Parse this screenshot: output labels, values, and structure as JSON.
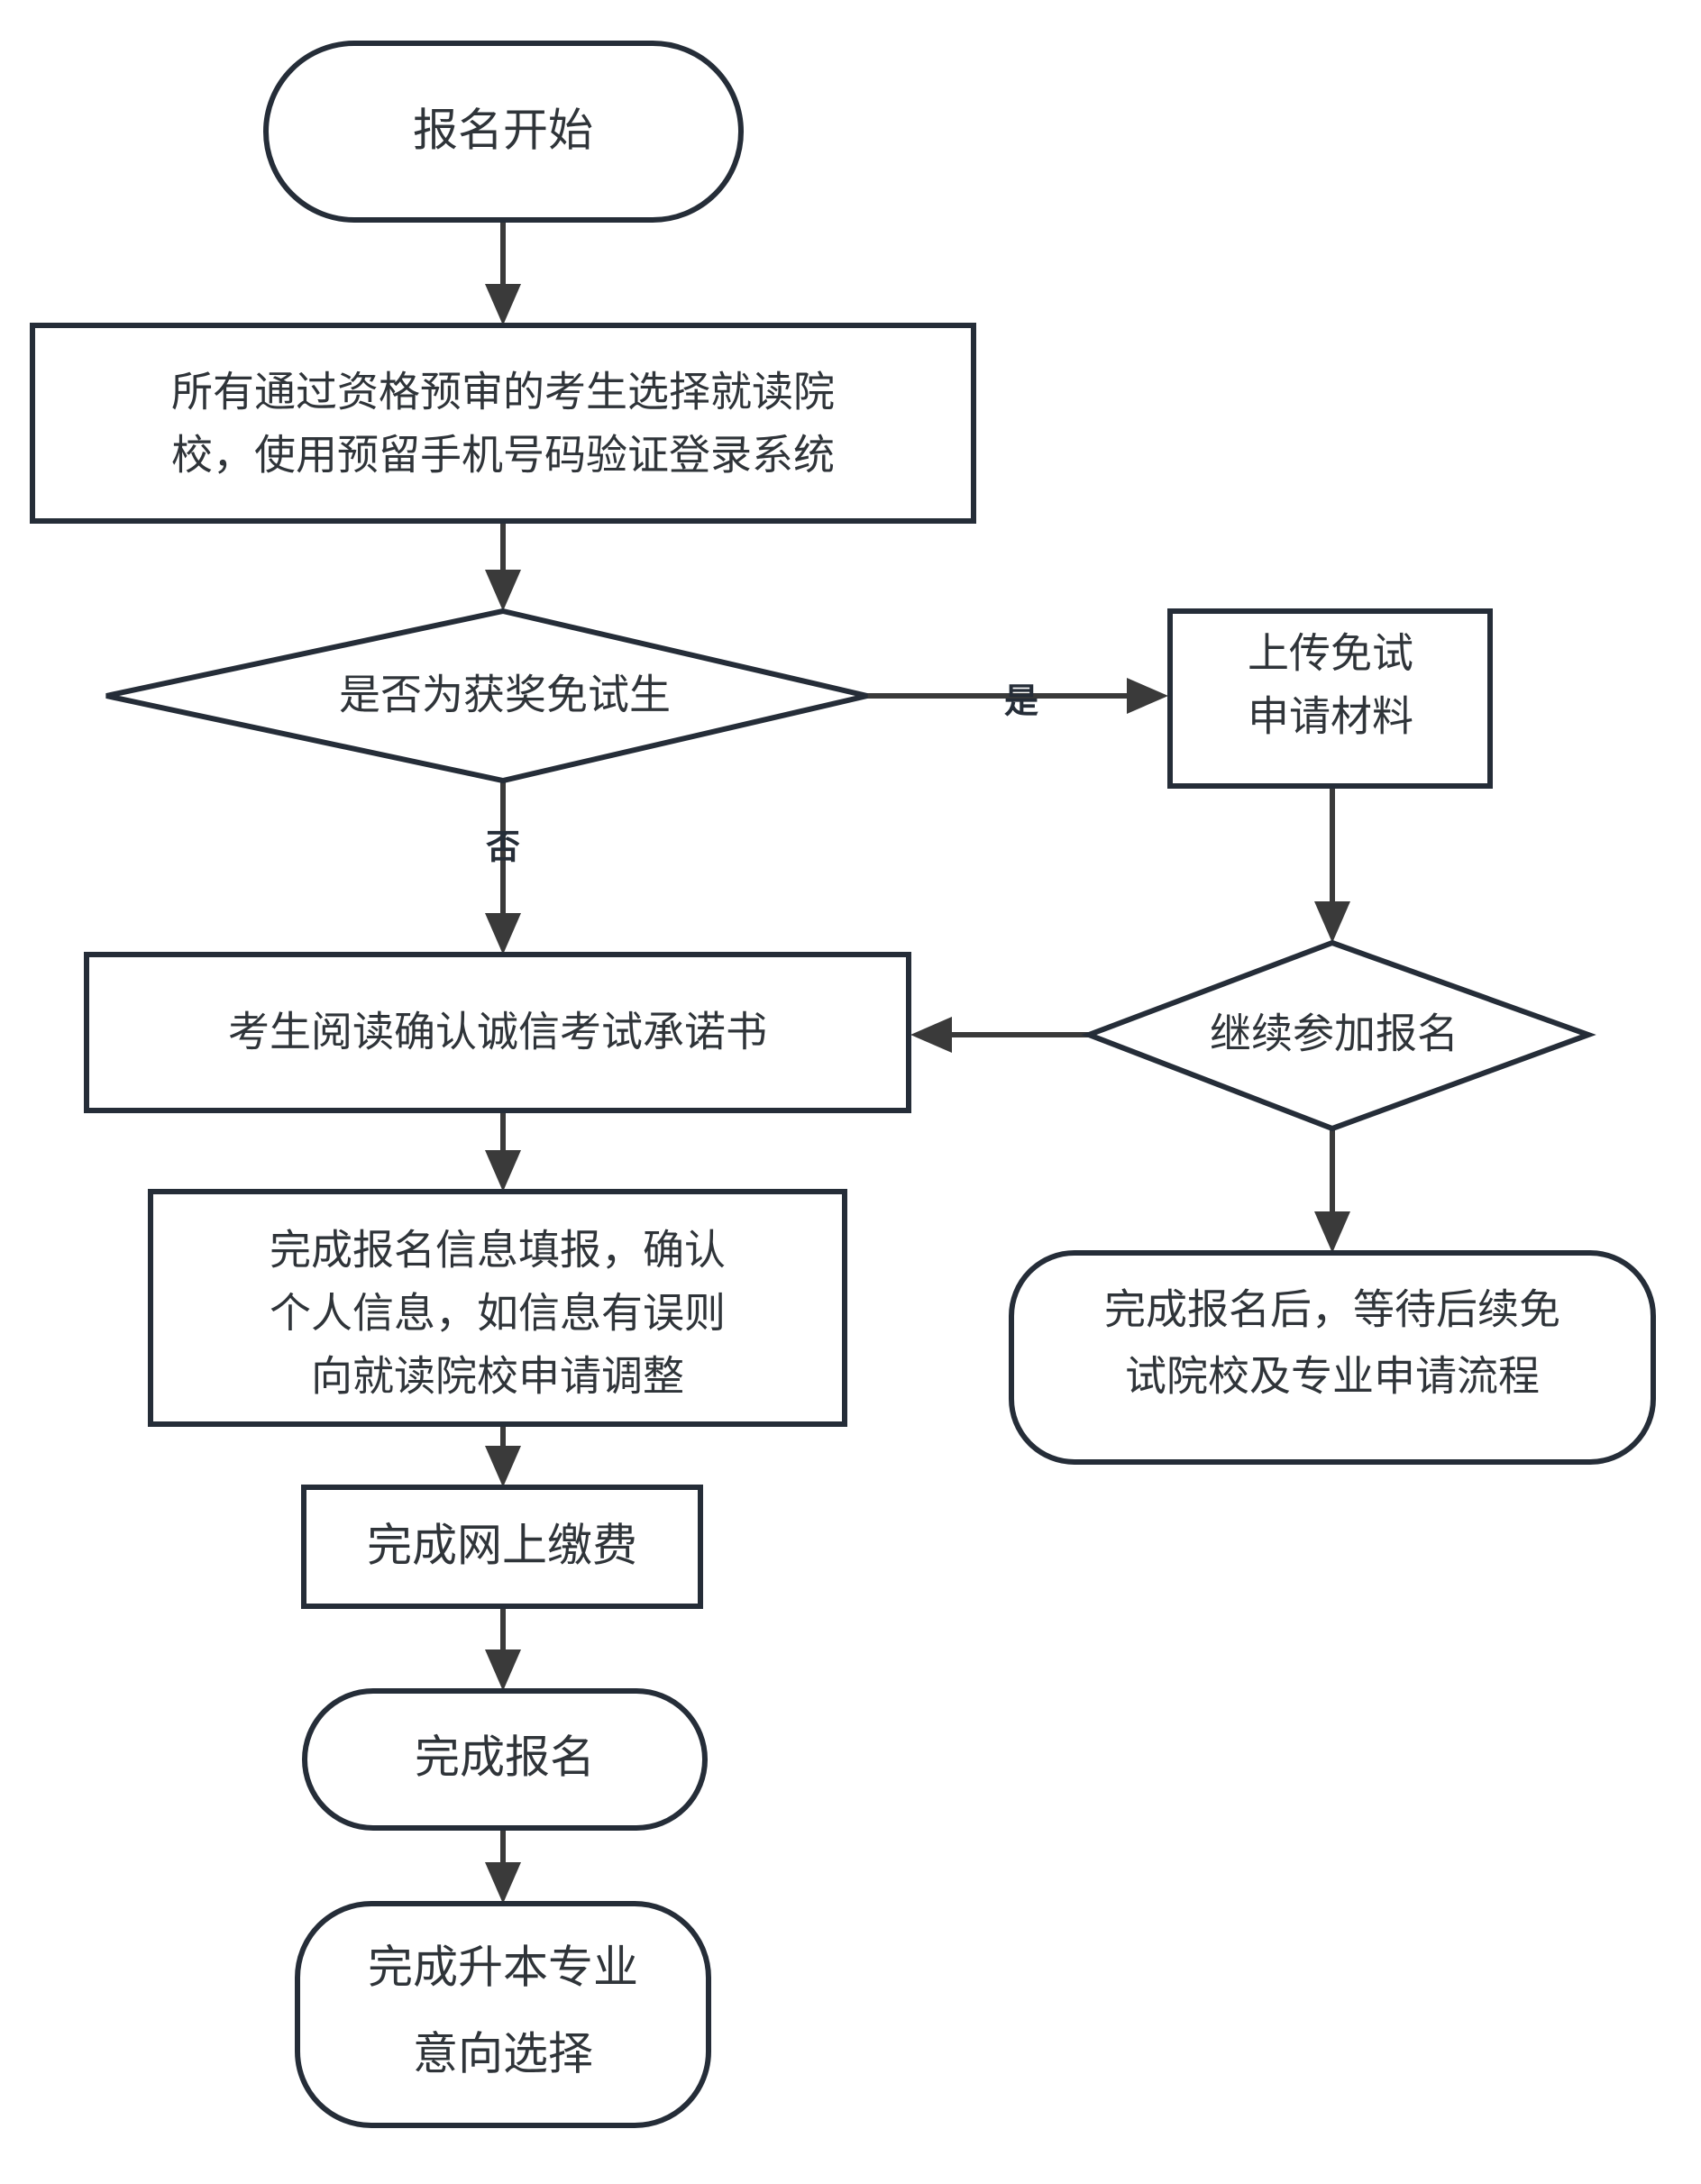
{
  "diagram": {
    "title": "报名流程图",
    "colors": {
      "background": "#ffffff",
      "node_stroke": "#252d38",
      "node_fill": "#ffffff",
      "text": "#2f3439",
      "edge": "#3a3a3a"
    },
    "nodes": {
      "start": {
        "id": "start",
        "shape": "rounded-terminator",
        "lines": [
          "报名开始"
        ]
      },
      "login": {
        "id": "login",
        "shape": "rectangle",
        "lines": [
          "所有通过资格预审的考生选择就读院",
          "校，使用预留手机号码验证登录系统"
        ]
      },
      "decision_exempt": {
        "id": "decision_exempt",
        "shape": "diamond",
        "lines": [
          "是否为获奖免试生"
        ]
      },
      "upload": {
        "id": "upload",
        "shape": "rectangle",
        "lines": [
          "上传免试",
          "申请材料"
        ]
      },
      "decision_continue": {
        "id": "decision_continue",
        "shape": "diamond",
        "lines": [
          "继续参加报名"
        ]
      },
      "pledge": {
        "id": "pledge",
        "shape": "rectangle",
        "lines": [
          "考生阅读确认诚信考试承诺书"
        ]
      },
      "fill_info": {
        "id": "fill_info",
        "shape": "rectangle",
        "lines": [
          "完成报名信息填报，确认",
          "个人信息，如信息有误则",
          "向就读院校申请调整"
        ]
      },
      "wait_exempt": {
        "id": "wait_exempt",
        "shape": "rounded-terminator",
        "lines": [
          "完成报名后，等待后续免",
          "试院校及专业申请流程"
        ]
      },
      "payment": {
        "id": "payment",
        "shape": "rectangle",
        "lines": [
          "完成网上缴费"
        ]
      },
      "done_registration": {
        "id": "done_registration",
        "shape": "rounded-terminator",
        "lines": [
          "完成报名"
        ]
      },
      "done_major": {
        "id": "done_major",
        "shape": "rounded-terminator",
        "lines": [
          "完成升本专业",
          "意向选择"
        ]
      }
    },
    "edge_labels": {
      "yes": "是",
      "no": "否"
    },
    "edges": [
      {
        "from": "start",
        "to": "login",
        "label": ""
      },
      {
        "from": "login",
        "to": "decision_exempt",
        "label": ""
      },
      {
        "from": "decision_exempt",
        "to": "upload",
        "label": "是"
      },
      {
        "from": "decision_exempt",
        "to": "pledge",
        "label": "否"
      },
      {
        "from": "upload",
        "to": "decision_continue",
        "label": ""
      },
      {
        "from": "decision_continue",
        "to": "pledge",
        "label": ""
      },
      {
        "from": "decision_continue",
        "to": "wait_exempt",
        "label": ""
      },
      {
        "from": "pledge",
        "to": "fill_info",
        "label": ""
      },
      {
        "from": "fill_info",
        "to": "payment",
        "label": ""
      },
      {
        "from": "payment",
        "to": "done_registration",
        "label": ""
      },
      {
        "from": "done_registration",
        "to": "done_major",
        "label": ""
      }
    ]
  }
}
